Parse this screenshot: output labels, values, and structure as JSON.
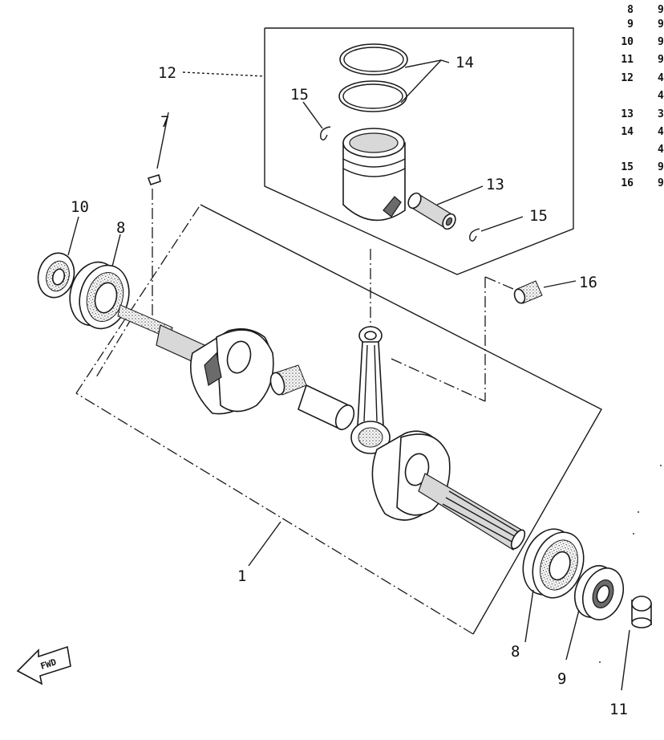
{
  "diagram": {
    "callouts": {
      "c1": "1",
      "c7": "7",
      "c8a": "8",
      "c8b": "8",
      "c9": "9",
      "c10": "10",
      "c11": "11",
      "c12": "12",
      "c13": "13",
      "c14": "14",
      "c15a": "15",
      "c15b": "15",
      "c16": "16"
    },
    "fwd_label": "FWD",
    "legend": [
      {
        "num": "8",
        "code": "9"
      },
      {
        "num": "9",
        "code": "9"
      },
      {
        "num": "10",
        "code": "9"
      },
      {
        "num": "11",
        "code": "9"
      },
      {
        "num": "12",
        "code": "4"
      },
      {
        "num": "",
        "code": "4"
      },
      {
        "num": "13",
        "code": "3"
      },
      {
        "num": "14",
        "code": "4"
      },
      {
        "num": "",
        "code": "4"
      },
      {
        "num": "15",
        "code": "9"
      },
      {
        "num": "16",
        "code": "9"
      }
    ]
  }
}
